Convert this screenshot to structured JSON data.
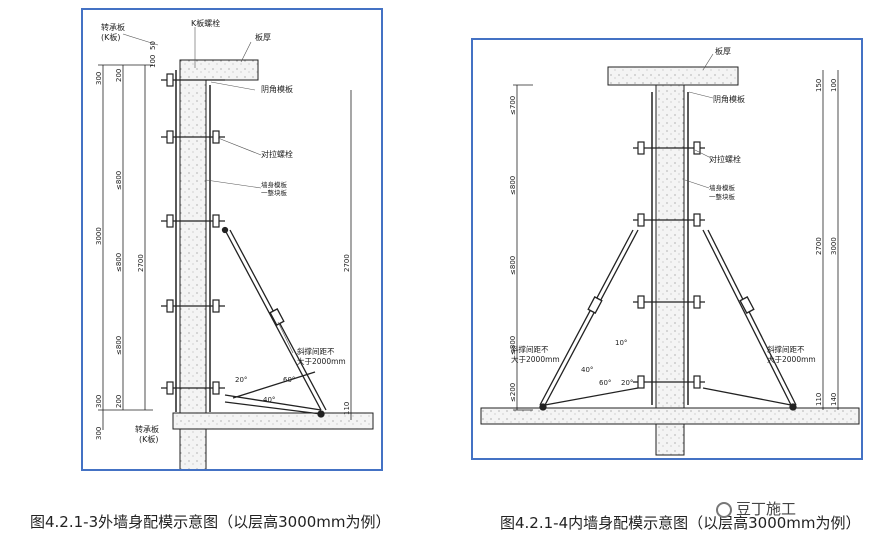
{
  "left": {
    "labels": {
      "transfer_slab_top": "转承板",
      "transfer_slab_top_sub": "(K板)",
      "k_bolt": "K板螺栓",
      "slab_thickness": "板厚",
      "corner_form": "阴角模板",
      "tie_bolt": "对拉螺栓",
      "wall_form": "墙身模板",
      "wall_form_sub": "一整块板",
      "brace_note_1": "斜撑间距不",
      "brace_note_2": "大于2000mm",
      "transfer_slab_bottom": "转承板",
      "transfer_slab_bottom_sub": "(K板)"
    },
    "dims": {
      "top_50": "50",
      "top_100": "100",
      "d300_top": "300",
      "d200_top": "200",
      "le800_a": "≤800",
      "le800_b": "≤800",
      "le800_c": "≤800",
      "d300_bottom": "300",
      "d200_bottom": "200",
      "total_3000": "3000",
      "total_2700": "2700",
      "right_2700": "2700",
      "d300_base": "300",
      "d110": "110",
      "ang_20": "20°",
      "ang_40": "40°",
      "ang_60": "60°"
    }
  },
  "right": {
    "labels": {
      "slab_thickness": "板厚",
      "corner_form": "阴角模板",
      "tie_bolt": "对拉螺栓",
      "wall_form": "墙身模板",
      "wall_form_sub": "一整块板",
      "brace_note_left_1": "斜撑间距不",
      "brace_note_left_2": "大于2000mm",
      "brace_note_right_1": "斜撑间距不",
      "brace_note_right_2": "大于2000mm"
    },
    "dims": {
      "le700": "≤700",
      "le800_a": "≤800",
      "le800_b": "≤800",
      "le800_c": "≤800",
      "d200": "≤200",
      "top_150": "150",
      "top_100": "100",
      "right_2700": "2700",
      "right_3000": "3000",
      "d110": "110",
      "d140": "140",
      "ang_10": "10°",
      "ang_20": "20°",
      "ang_40": "40°",
      "ang_60": "60°"
    }
  },
  "captions": {
    "left": "图4.2.1-3外墙身配模示意图（以层高3000mm为例）",
    "right": "图4.2.1-4内墙身配模示意图（以层高3000mm为例）"
  },
  "watermark": "豆丁施工",
  "colors": {
    "frame": "#4472c4",
    "line": "#222222",
    "concrete": "#f2f2f2"
  }
}
